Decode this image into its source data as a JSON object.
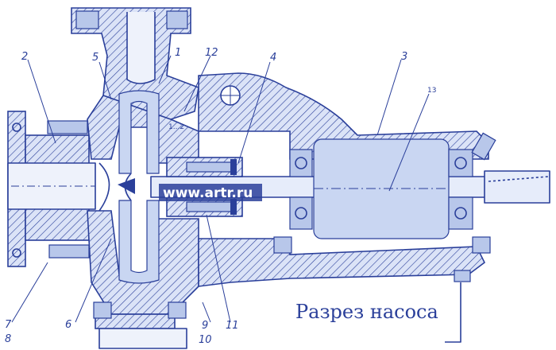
{
  "title": "Разрез насоса",
  "watermark": "www.artr.ru",
  "colors": {
    "ink": "#2a3f9a",
    "shade": "#c9d6f2",
    "background": "#ffffff"
  },
  "callouts": {
    "n1": "1",
    "n2": "2",
    "n3": "3",
    "n4": "4",
    "n5": "5",
    "n6": "6",
    "n7": "7",
    "n8": "8",
    "n9": "9",
    "n10": "10",
    "n11": "11",
    "n12": "12",
    "n13": "13",
    "gap_mark": "1...2"
  }
}
